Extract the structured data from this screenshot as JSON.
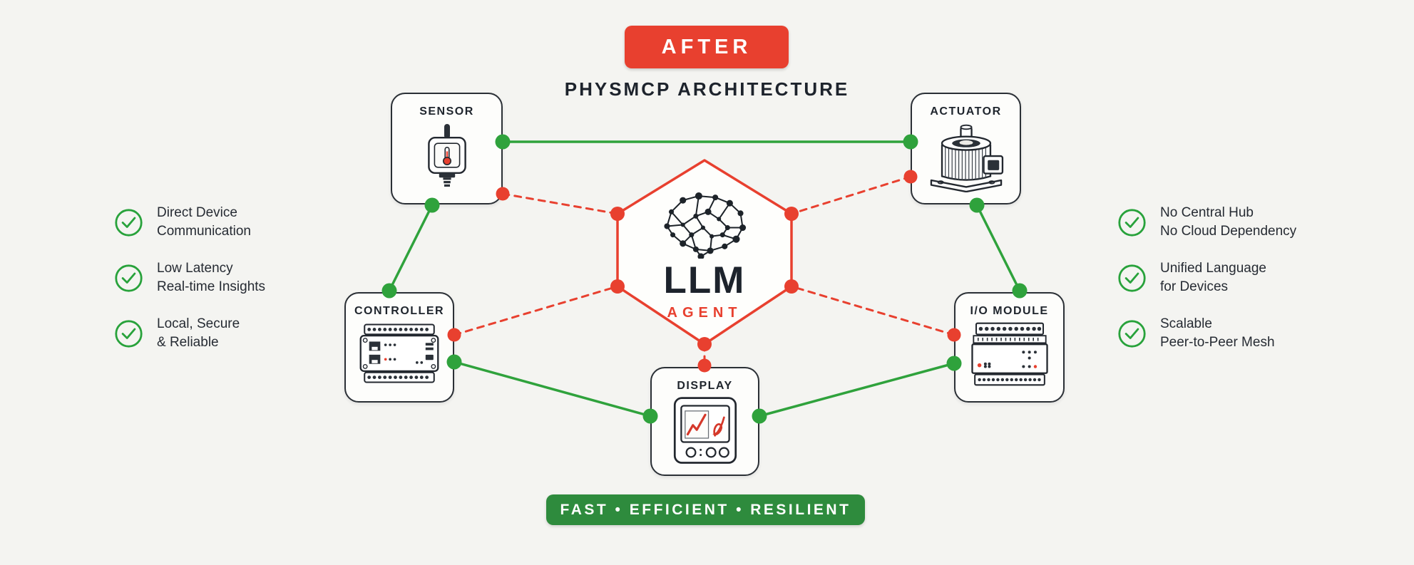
{
  "header": {
    "badge_label": "AFTER",
    "title": "PHYSMCP ARCHITECTURE"
  },
  "agent": {
    "name": "LLM",
    "role": "AGENT"
  },
  "devices": {
    "sensor": "SENSOR",
    "actuator": "ACTUATOR",
    "controller": "CONTROLLER",
    "io_module": "I/O MODULE",
    "display": "DISPLAY"
  },
  "benefits": {
    "left": [
      {
        "line1": "Direct Device",
        "line2": "Communication"
      },
      {
        "line1": "Low Latency",
        "line2": "Real-time Insights"
      },
      {
        "line1": "Local, Secure",
        "line2": "& Reliable"
      }
    ],
    "right": [
      {
        "line1": "No Central Hub",
        "line2": "No Cloud Dependency"
      },
      {
        "line1": "Unified Language",
        "line2": "for Devices"
      },
      {
        "line1": "Scalable",
        "line2": "Peer-to-Peer Mesh"
      }
    ]
  },
  "footer": {
    "banner": "FAST • EFFICIENT • RESILIENT"
  },
  "connections": {
    "solid_green_peer_links": [
      "SENSOR - ACTUATOR",
      "SENSOR - CONTROLLER",
      "ACTUATOR - I/O MODULE",
      "CONTROLLER - DISPLAY",
      "I/O MODULE - DISPLAY"
    ],
    "dashed_red_agent_links": [
      "LLM AGENT - SENSOR",
      "LLM AGENT - ACTUATOR",
      "LLM AGENT - CONTROLLER",
      "LLM AGENT - I/O MODULE",
      "LLM AGENT - DISPLAY"
    ]
  },
  "colors": {
    "red": "#e8402f",
    "green": "#2fa23c",
    "banner_green": "#2e8b3d",
    "ink": "#20262e",
    "background": "#f4f4f1"
  }
}
